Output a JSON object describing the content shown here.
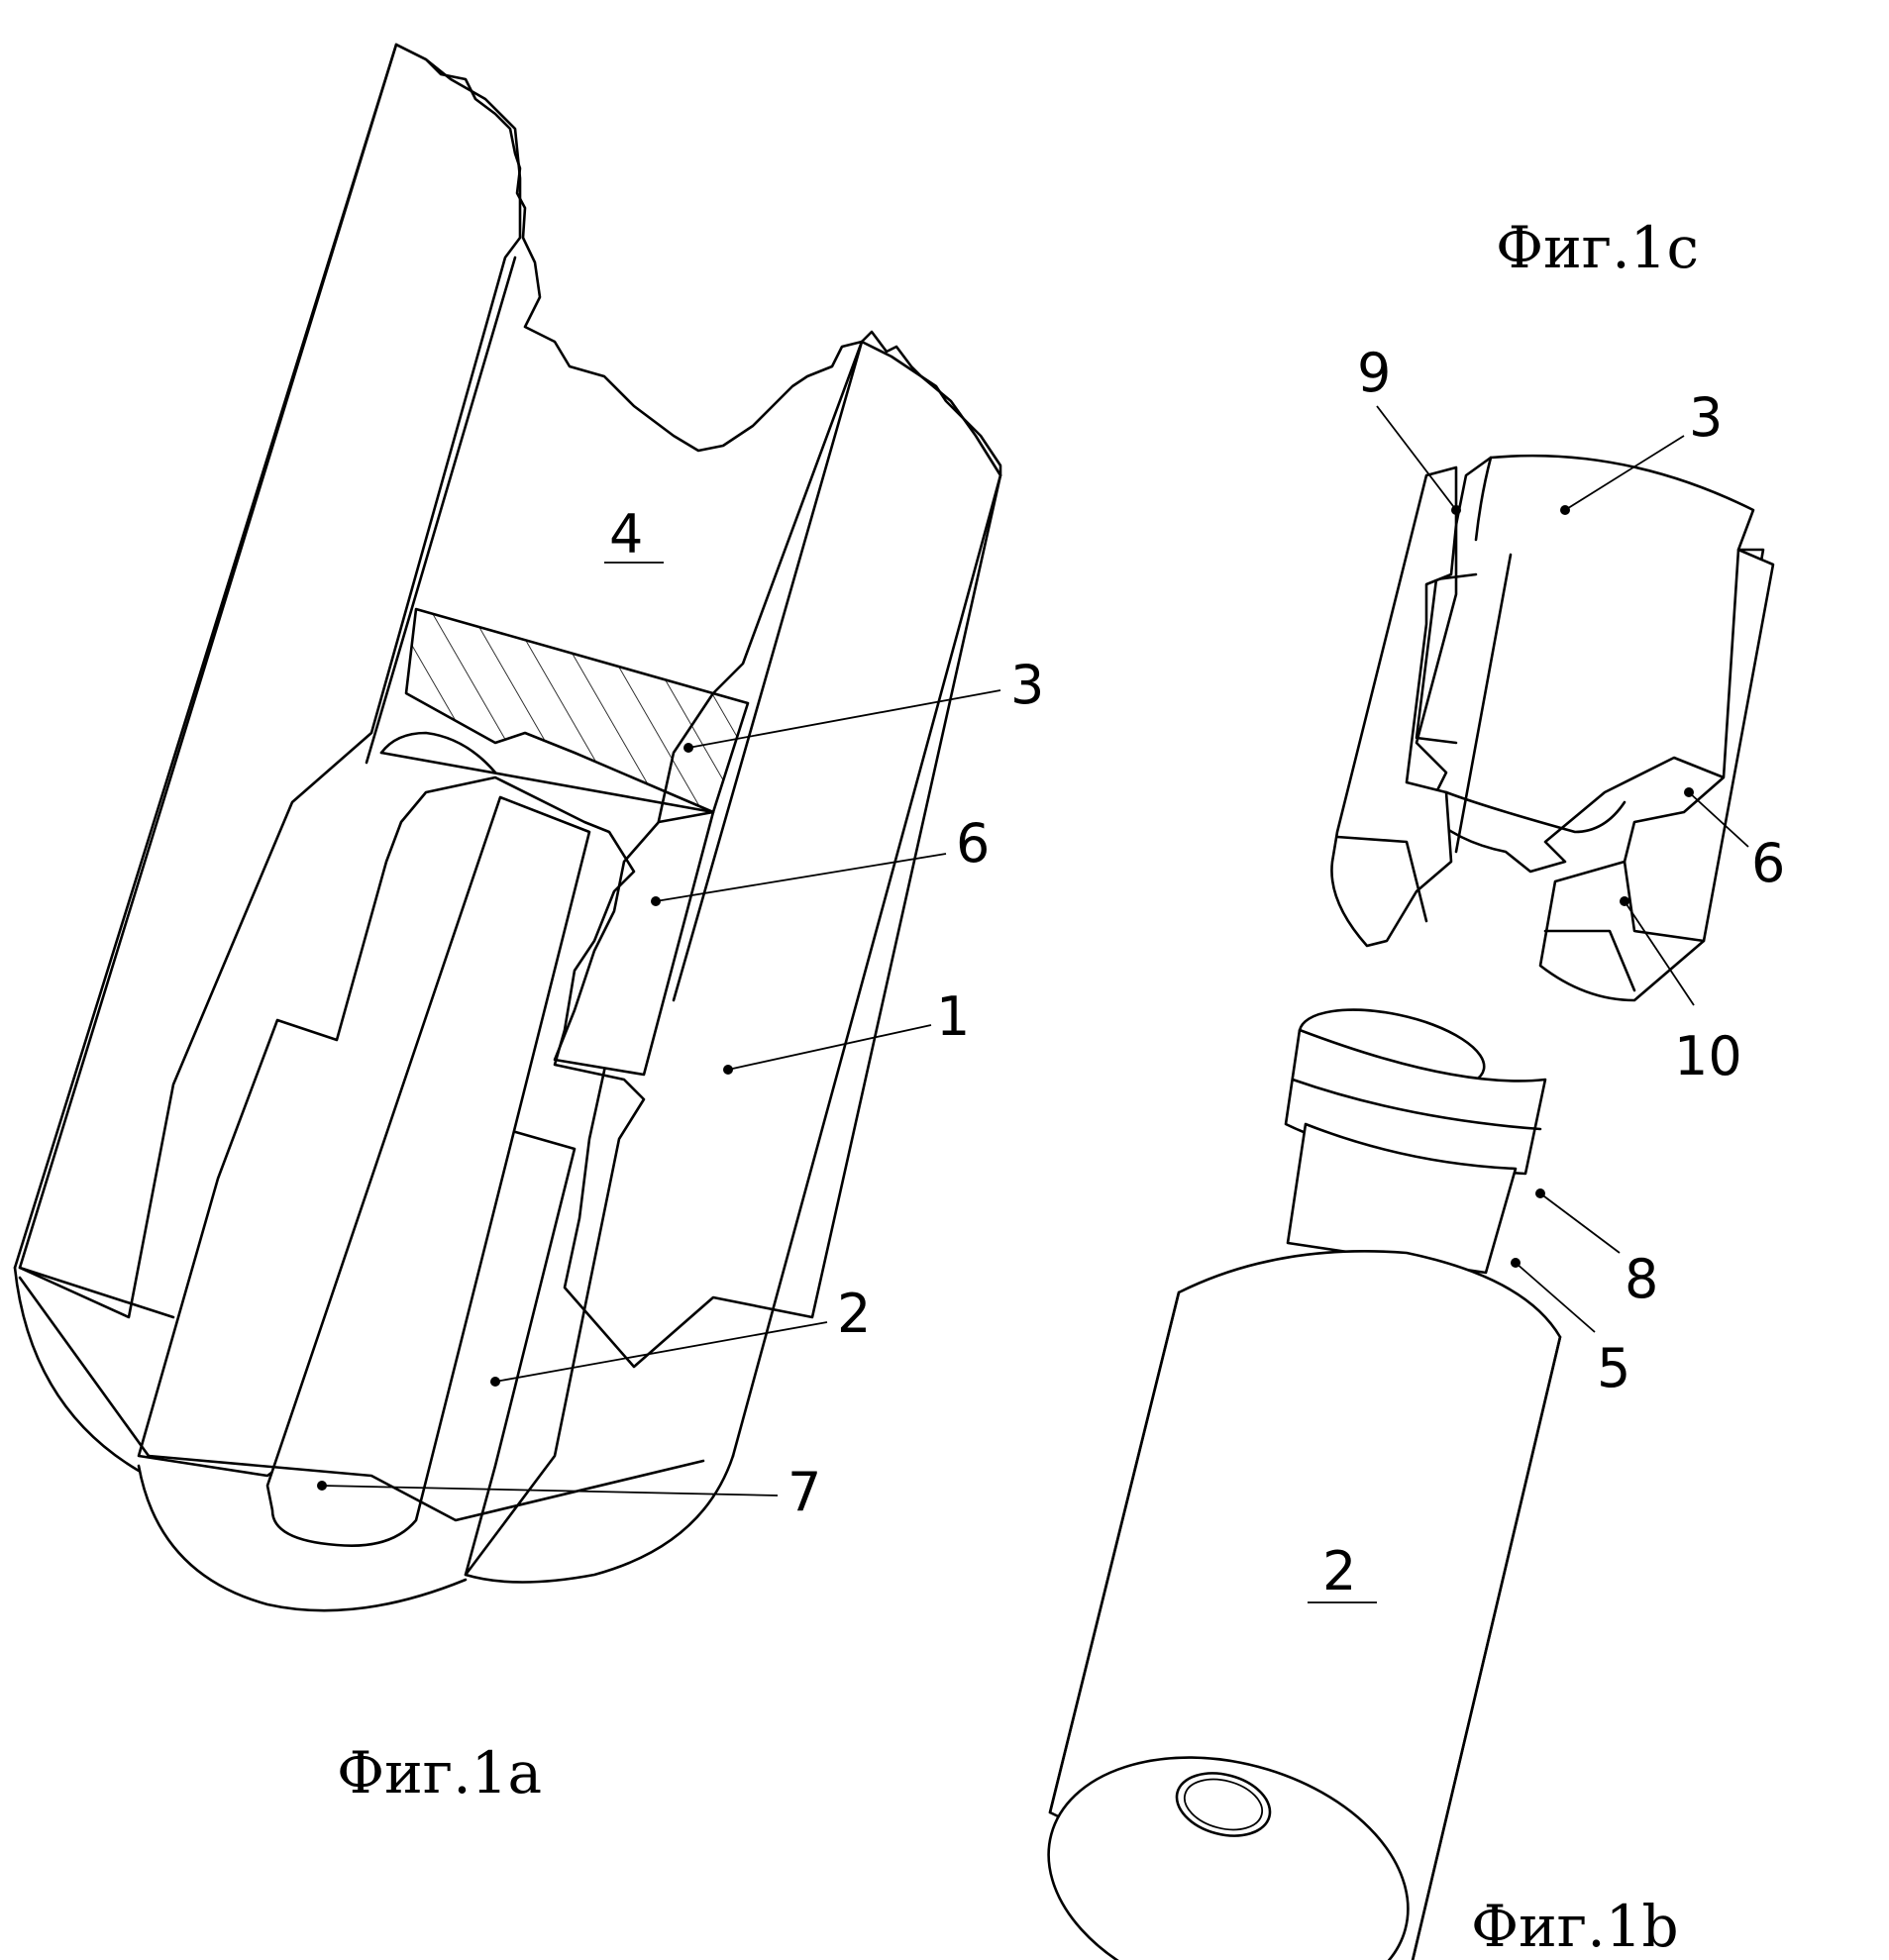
{
  "figures": {
    "fig_1a": {
      "caption": "Фиг.1а"
    },
    "fig_1b": {
      "caption": "Фиг.1b"
    },
    "fig_1c": {
      "caption": "Фиг.1с"
    }
  },
  "labels": {
    "bore_4": "4",
    "insert_3_a": "3",
    "sleeve_6_a": "6",
    "body_1": "1",
    "core_2_a": "2",
    "hole_7": "7",
    "insert_3_c": "3",
    "ridge_9": "9",
    "sleeve_6_c": "6",
    "groove_10": "10",
    "collar_8": "8",
    "neck_5": "5",
    "core_2_b": "2"
  }
}
